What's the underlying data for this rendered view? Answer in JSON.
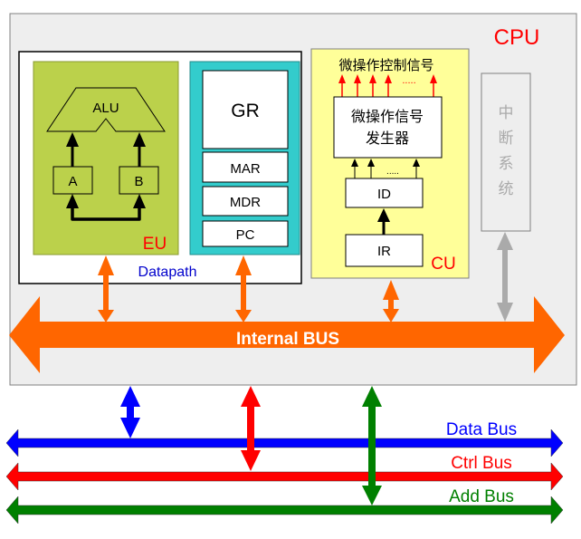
{
  "cpu": {
    "label": "CPU",
    "label_color": "#ff0000",
    "bg": "#eeeeee"
  },
  "datapath": {
    "label": "Datapath",
    "label_color": "#0000cc"
  },
  "eu": {
    "label": "EU",
    "label_color": "#ff0000",
    "bg": "#bbd14b",
    "alu_label": "ALU",
    "reg_a": "A",
    "reg_b": "B"
  },
  "registers": {
    "bg": "#33cccc",
    "items": [
      "GR",
      "MAR",
      "MDR",
      "PC"
    ]
  },
  "cu": {
    "label": "CU",
    "label_color": "#ff0000",
    "bg": "#ffff99",
    "signals_title": "微操作控制信号",
    "generator_line1": "微操作信号",
    "generator_line2": "发生器",
    "id_label": "ID",
    "ir_label": "IR",
    "dots": "....."
  },
  "interrupt": {
    "label_chars": [
      "中",
      "断",
      "系",
      "统"
    ],
    "color": "#aaaaaa"
  },
  "internal_bus": {
    "label": "Internal BUS",
    "color": "#ff6600"
  },
  "system_buses": [
    {
      "label": "Data Bus",
      "color": "#0000ff"
    },
    {
      "label": "Ctrl Bus",
      "color": "#ff0000"
    },
    {
      "label": "Add Bus",
      "color": "#008000"
    }
  ]
}
